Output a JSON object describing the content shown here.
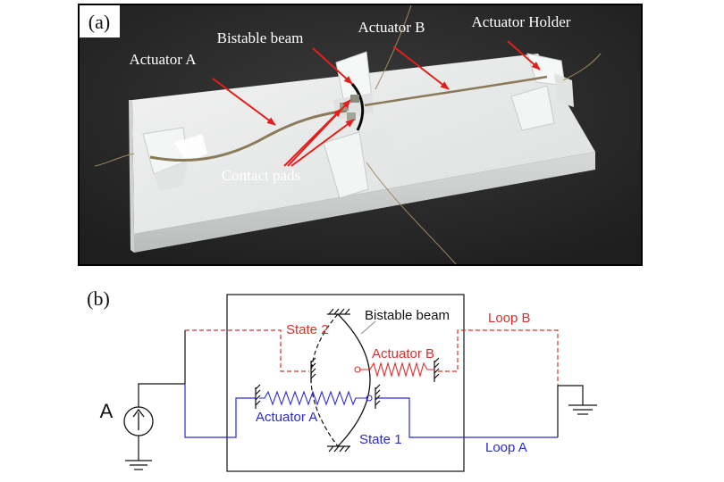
{
  "panel_a": {
    "tag": "(a)",
    "labels": {
      "actuator_a": "Actuator A",
      "bistable_beam": "Bistable beam",
      "actuator_b": "Actuator B",
      "actuator_holder": "Actuator Holder",
      "contact_pads": "Contact pads"
    }
  },
  "panel_b": {
    "tag": "(b)",
    "labels": {
      "source": "A",
      "state_2": "State 2",
      "bistable_beam": "Bistable beam",
      "loop_b": "Loop B",
      "actuator_b": "Actuator B",
      "actuator_a": "Actuator A",
      "state_1": "State 1",
      "loop_a": "Loop A"
    }
  },
  "colors": {
    "photo_bg": "#2b2b2b",
    "platform": "#e9ebea",
    "arrow_red": "#e0201c",
    "wire": "#8a7a5a",
    "loop_red": "#d9302c",
    "loop_blue": "#2b2bd0",
    "ink": "#111111"
  }
}
